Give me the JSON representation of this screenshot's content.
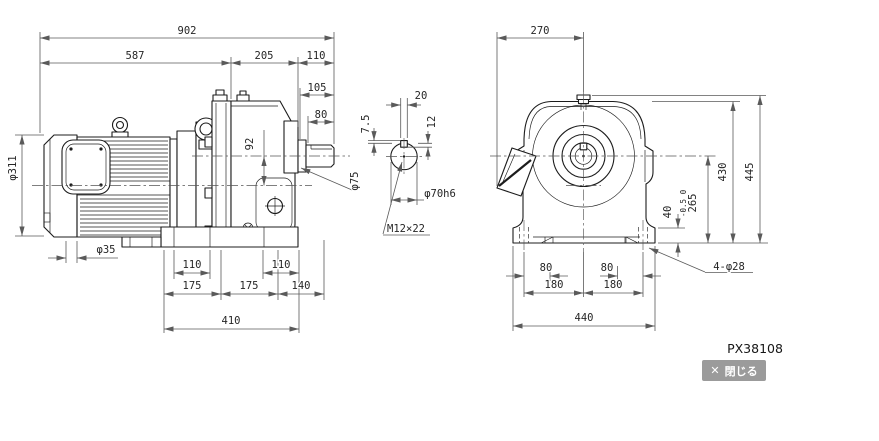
{
  "drawing": {
    "part_number": "PX38108",
    "close_button": {
      "icon": "✕",
      "label": "閉じる"
    },
    "side_view": {
      "overall_length": "902",
      "motor_length": "587",
      "gear_length": "205",
      "shaft_length": "110",
      "shaft_step": "105",
      "key_length": "80",
      "axis_offset": "92",
      "fan_cover_dia": "φ311",
      "drain_dia": "φ35",
      "slot_left": "110",
      "slot_right": "110",
      "pitch_left": "175",
      "pitch_right": "175",
      "overhang": "140",
      "base_length": "410",
      "collar_dia": "φ75"
    },
    "shaft_detail": {
      "key_width": "20",
      "key_height": "7.5",
      "key_depth": "12",
      "shaft_dia": "φ70h6",
      "tap_hole": "M12×22"
    },
    "front_view": {
      "box_to_center": "270",
      "foot_height": "40",
      "shaft_center_height": "265",
      "tol_upper": "0",
      "tol_lower": "-0.5",
      "body_height": "430",
      "total_height": "445",
      "hole_inset_left": "80",
      "hole_inset_right": "80",
      "hole_pitch_left": "180",
      "hole_pitch_right": "180",
      "base_width": "440",
      "foot_holes": "4-φ28"
    }
  }
}
